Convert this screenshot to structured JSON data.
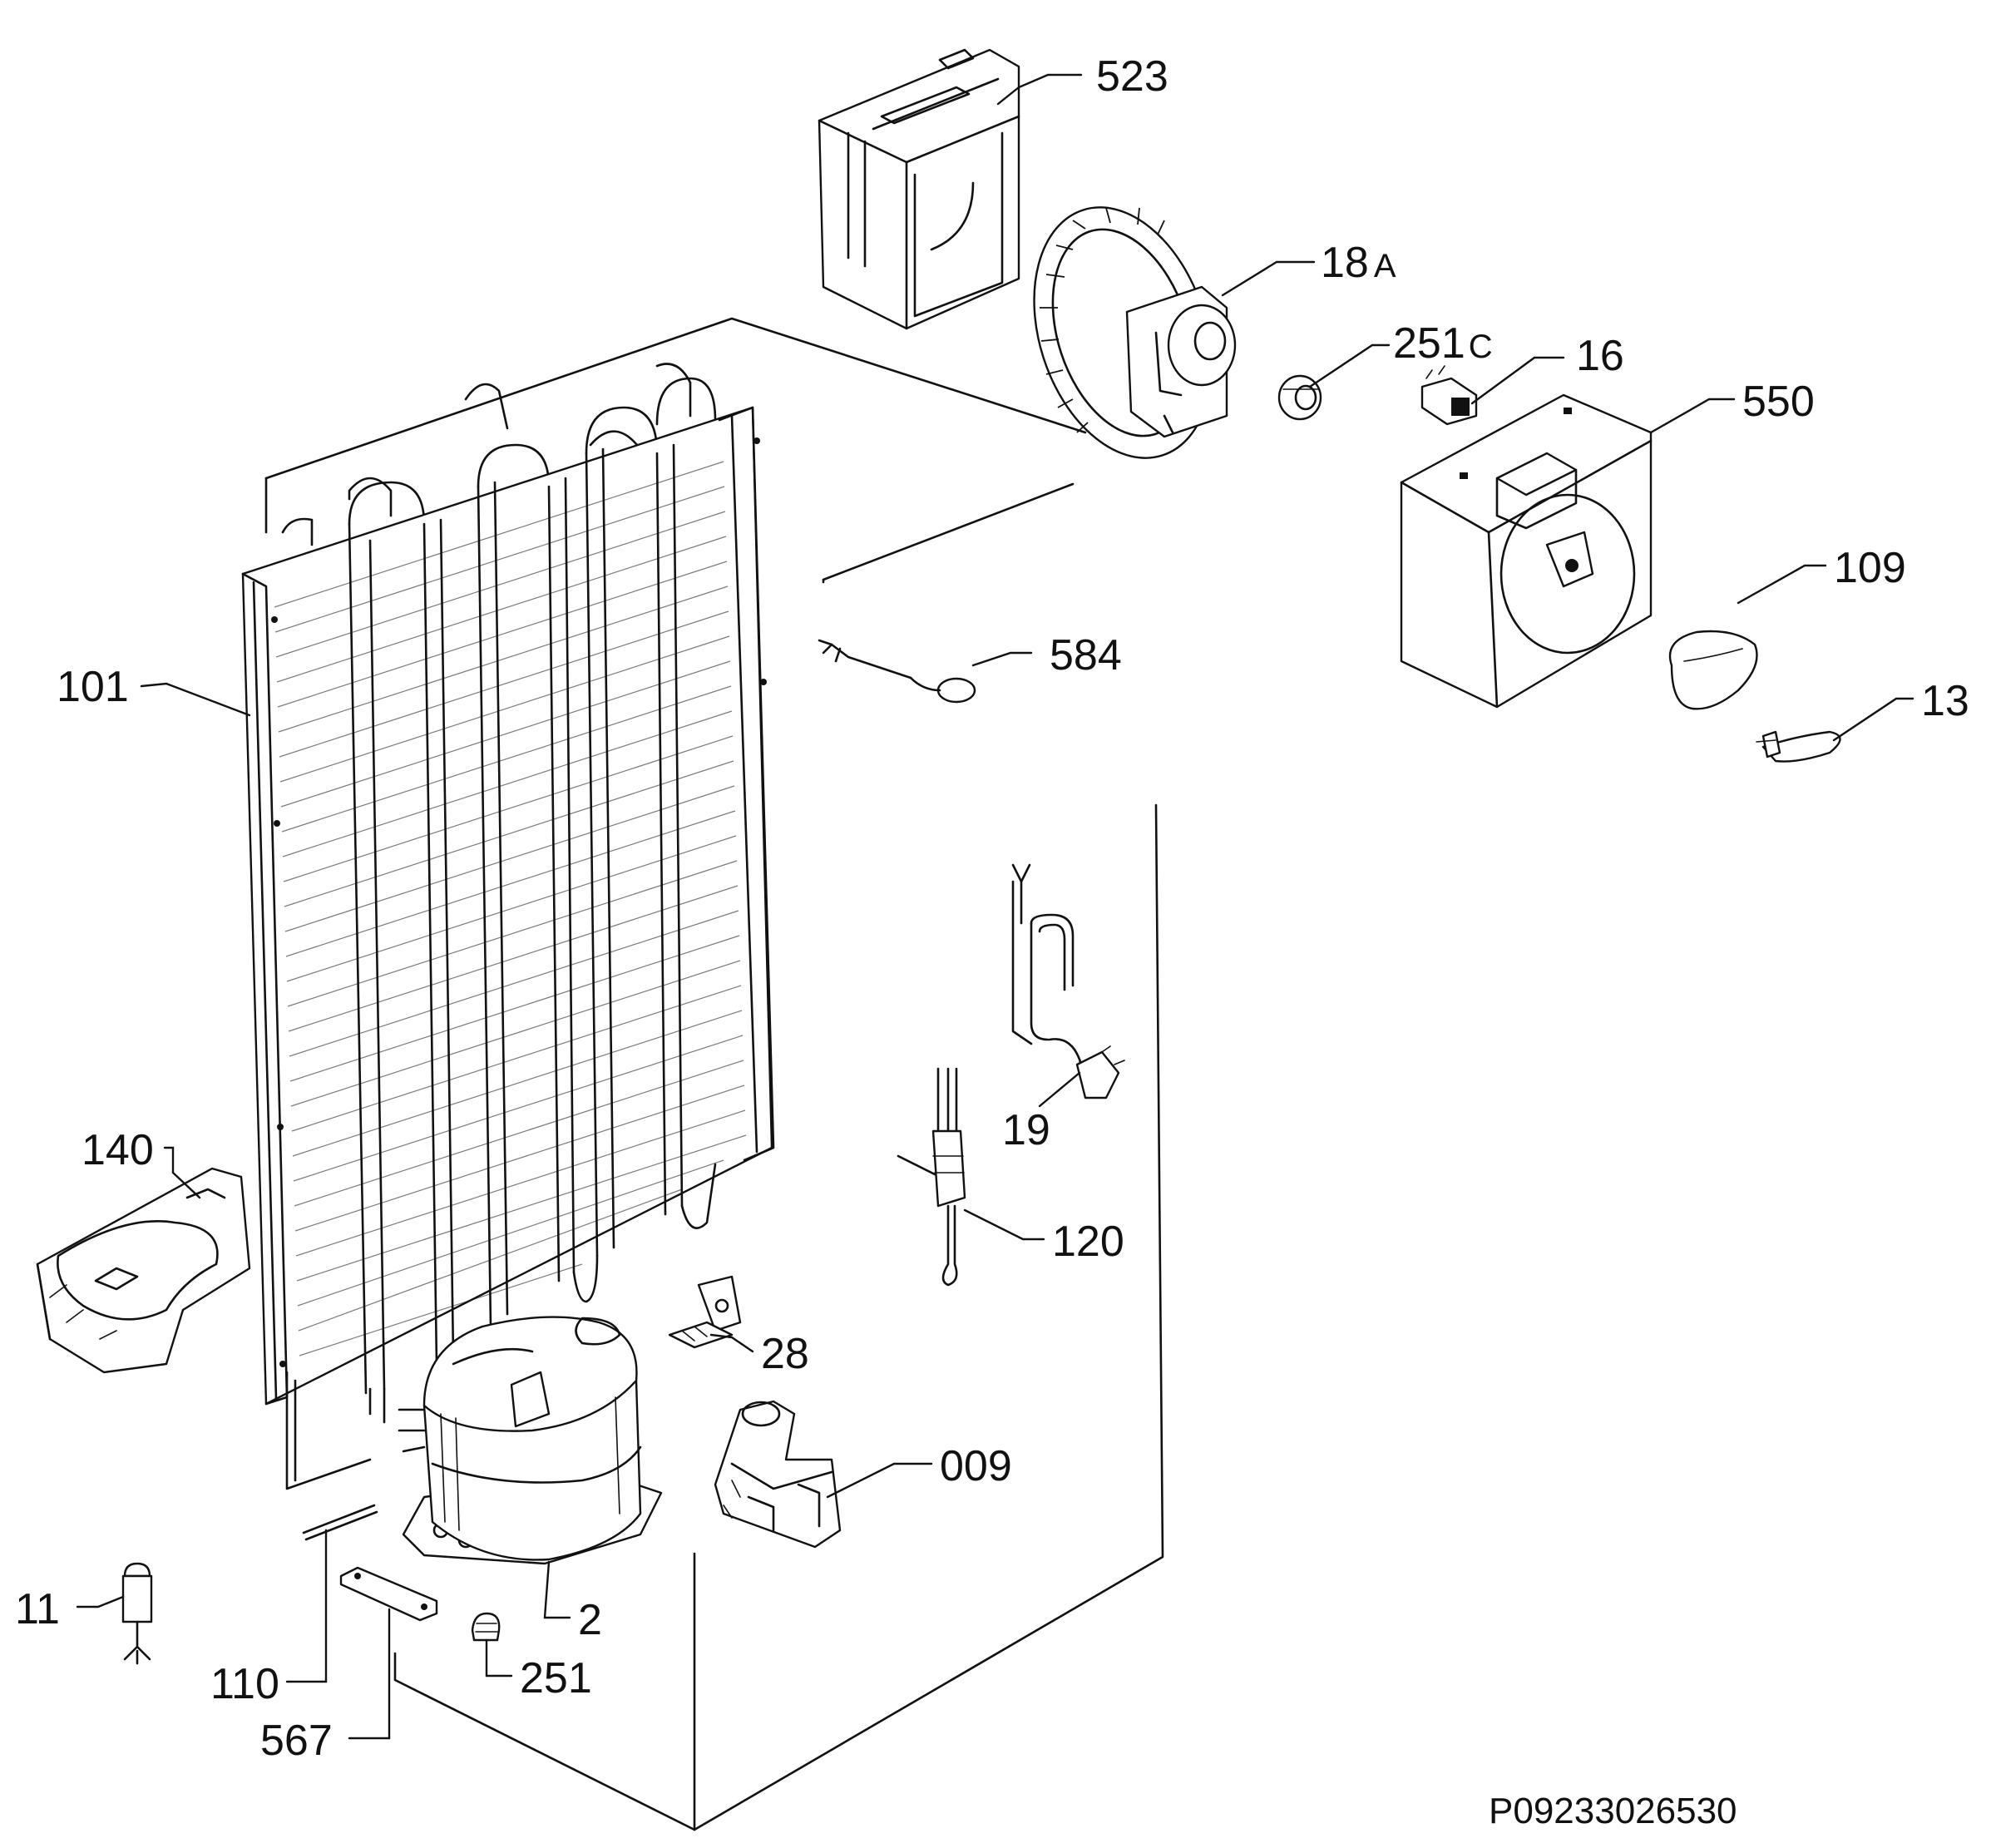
{
  "diagram": {
    "reference_code": "P09233026530",
    "callouts": {
      "c523": "523",
      "c18_num": "18",
      "c18_suffix": "A",
      "c251c_num": "251",
      "c251c_suffix": "C",
      "c16": "16",
      "c550": "550",
      "c109": "109",
      "c13": "13",
      "c584": "584",
      "c101": "101",
      "c19": "19",
      "c120": "120",
      "c140": "140",
      "c28": "28",
      "c009": "009",
      "c2": "2",
      "c11": "11",
      "c251": "251",
      "c110": "110",
      "c567": "567"
    }
  }
}
